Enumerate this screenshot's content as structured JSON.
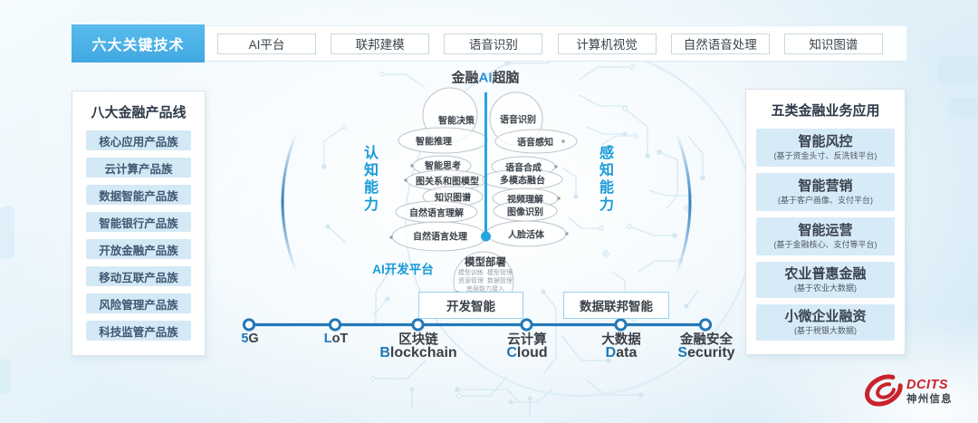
{
  "top_nav": {
    "primary_tab": "六大关键技术",
    "tabs": [
      "AI平台",
      "联邦建模",
      "语音识别",
      "计算机视觉",
      "自然语音处理",
      "知识图谱"
    ]
  },
  "left_panel": {
    "title": "八大金融产品线",
    "items": [
      "核心应用产品族",
      "云计算产品族",
      "数据智能产品族",
      "智能银行产品族",
      "开放金融产品族",
      "移动互联产品族",
      "风险管理产品族",
      "科技监管产品族"
    ]
  },
  "right_panel": {
    "title": "五类金融业务应用",
    "items": [
      {
        "title": "智能风控",
        "subtitle": "(基于资金头寸、反洗钱平台)"
      },
      {
        "title": "智能营销",
        "subtitle": "(基于客户画像、支付平台)"
      },
      {
        "title": "智能运营",
        "subtitle": "(基于金融核心、支付等平台)"
      },
      {
        "title": "农业普惠金融",
        "subtitle": "(基于农业大数据)"
      },
      {
        "title": "小微企业融资",
        "subtitle": "(基于税银大数据)"
      }
    ]
  },
  "brain": {
    "title_prefix": "金融",
    "title_accent": "AI",
    "title_suffix": "超脑",
    "left_ability": "认知能力",
    "right_ability": "感知能力",
    "left_nodes": [
      "智能决策",
      "智能推理",
      "智能思考",
      "图关系和图模型",
      "知识图谱",
      "自然语言理解",
      "自然语言处理"
    ],
    "right_nodes": [
      "语音识别",
      "语音感知",
      "语音合成",
      "多模态融台",
      "视频理解",
      "图像识别",
      "人脸活体"
    ],
    "platform_label": "AI开发平台",
    "deploy_title": "模型部署",
    "deploy_lines": [
      "模型训练  模型管理",
      "资源管理  数据管理",
      "底层能力接入"
    ],
    "dev_box": "开发智能",
    "federation_box": "数据联邦智能"
  },
  "timeline": {
    "items": [
      {
        "zh_accent": "5",
        "zh_rest": "G",
        "en_accent": "",
        "en_rest": ""
      },
      {
        "zh_accent": "L",
        "zh_rest": "oT",
        "en_accent": "",
        "en_rest": ""
      },
      {
        "zh_accent": "",
        "zh_rest": "区块链",
        "en_accent": "B",
        "en_rest": "lockchain"
      },
      {
        "zh_accent": "",
        "zh_rest": "云计算",
        "en_accent": "C",
        "en_rest": "loud"
      },
      {
        "zh_accent": "",
        "zh_rest": "大数据",
        "en_accent": "D",
        "en_rest": "ata"
      },
      {
        "zh_accent": "",
        "zh_rest": "金融安全",
        "en_accent": "S",
        "en_rest": "ecurity"
      }
    ]
  },
  "logo": {
    "name": "DCITS",
    "cn": "神州信息"
  },
  "colors": {
    "accent_blue": "#2b8fd6",
    "tab_blue": "#4db3e6",
    "ability_blue": "#189bd8",
    "timeline_blue": "#2277b8",
    "item_bg": "#d4e9f6",
    "logo_red": "#c8232c"
  }
}
